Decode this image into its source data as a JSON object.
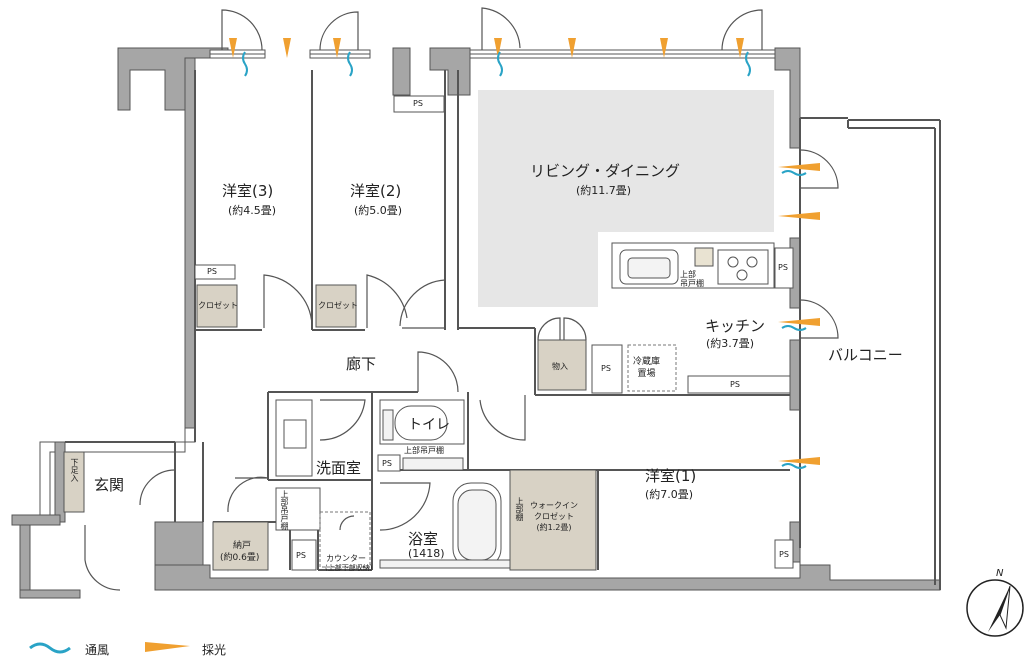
{
  "rooms": {
    "western3": {
      "name": "洋室(3)",
      "size": "(約4.5畳)"
    },
    "western2": {
      "name": "洋室(2)",
      "size": "(約5.0畳)"
    },
    "living": {
      "name": "リビング・ダイニング",
      "size": "(約11.7畳)"
    },
    "kitchen": {
      "name": "キッチン",
      "size": "(約3.7畳)"
    },
    "balcony": {
      "name": "バルコニー"
    },
    "corridor": {
      "name": "廊下"
    },
    "toilet": {
      "name": "トイレ"
    },
    "washroom": {
      "name": "洗面室"
    },
    "entrance": {
      "name": "玄関"
    },
    "western1": {
      "name": "洋室(1)",
      "size": "(約7.0畳)"
    },
    "bathroom": {
      "name": "浴室",
      "size": "(1418)"
    },
    "storage": {
      "name": "納戸",
      "size": "(約0.6畳)"
    }
  },
  "fixtures": {
    "closet": "クロゼット",
    "ps": "PS",
    "monoire": "物入",
    "fridge": "冷蔵庫\n置場",
    "upper_cabinet_kitchen": "上部\n吊戸棚",
    "upper_cabinet_toilet": "上部吊戸棚",
    "upper_cabinet_wash": "上部吊戸棚",
    "shoe_box": "下足入",
    "walkin": "ウォークイン\nクロゼット\n(約1.2畳)",
    "upper_shelf": "上部棚",
    "counter": "カウンター",
    "counter_note": "(上部下部収納)"
  },
  "legend": {
    "ventilation": "通風",
    "daylight": "採光"
  },
  "compass": {
    "north": "N"
  },
  "colors": {
    "wall": "#a6a6a6",
    "wall_stroke": "#555555",
    "floor_hatch": "#e3e3e3",
    "storage_fill": "#d8d2c5",
    "vent": "#29a3c6",
    "light": "#f0a030"
  }
}
